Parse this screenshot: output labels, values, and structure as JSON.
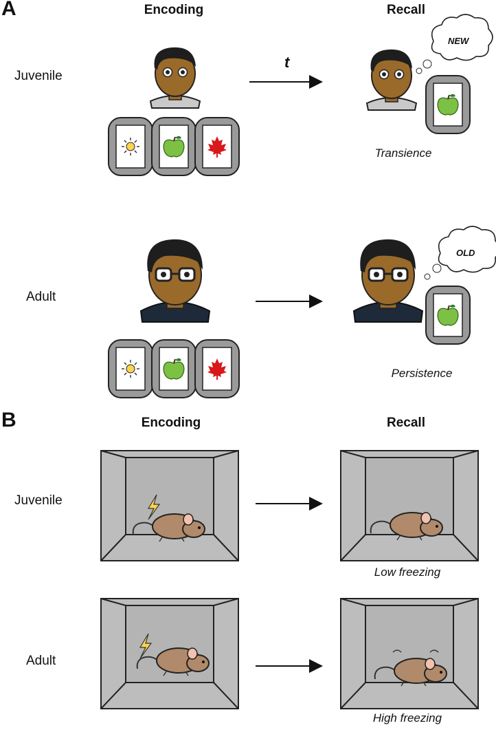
{
  "panel_a": {
    "letter": "A",
    "encoding_heading": "Encoding",
    "recall_heading": "Recall",
    "arrow_label": "t",
    "juvenile_label": "Juvenile",
    "adult_label": "Adult",
    "juvenile_thought": "NEW",
    "adult_thought": "OLD",
    "juvenile_caption": "Transience",
    "adult_caption": "Persistence"
  },
  "panel_b": {
    "letter": "B",
    "encoding_heading": "Encoding",
    "recall_heading": "Recall",
    "juvenile_label": "Juvenile",
    "adult_label": "Adult",
    "juvenile_caption": "Low freezing",
    "adult_caption": "High freezing"
  },
  "colors": {
    "skin": "#9a6a2a",
    "hair": "#1e1e1e",
    "shirt_juvenile": "#c9c9c9",
    "shirt_adult": "#1e2a3a",
    "card_frame": "#9a9a9a",
    "apple": "#7cc143",
    "leaf": "#d7191c",
    "sun": "#fbd451",
    "box_gray": "#bdbdbd",
    "mouse": "#b08a6a"
  }
}
